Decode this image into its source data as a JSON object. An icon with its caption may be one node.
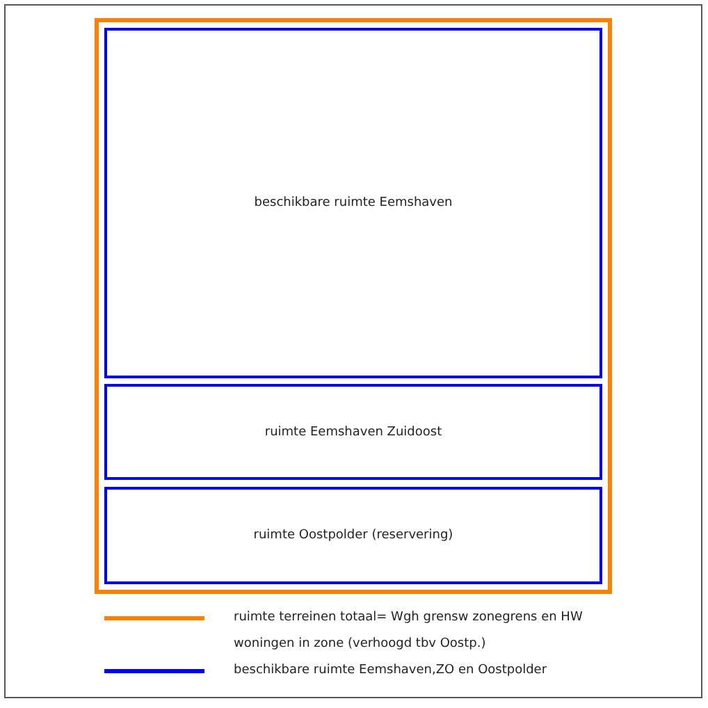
{
  "diagram": {
    "nodes": [
      {
        "text": [],
        "shape": "box"
      },
      {
        "text": [
          "beschikbare ruimte Eemshaven"
        ],
        "in": 0
      },
      {
        "text": [
          "ruimte Eemshaven Zuidoost"
        ],
        "in": 0
      },
      {
        "text": [
          "ruimte Oostpolder (reservering)"
        ],
        "in": 0
      }
    ],
    "edges": [],
    "legend": [
      {
        "text": "ruimte terreinen totaal= Wgh grensw zonegrens en HW woningen in zone (verhoogd tbv Oostp.)",
        "color": "#ff8000"
      },
      {
        "text": "beschikbare ruimte Eemshaven,ZO en Oostpolder",
        "color": "#0000ff"
      }
    ]
  }
}
